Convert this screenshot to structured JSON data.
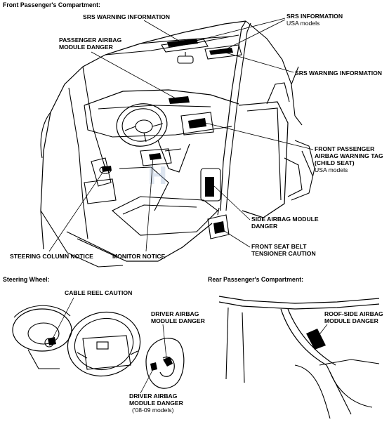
{
  "sections": {
    "front": "Front Passenger's Compartment:",
    "steering": "Steering Wheel:",
    "rear": "Rear Passenger's Compartment:"
  },
  "labels": {
    "srs_warning_top": "SRS WARNING INFORMATION",
    "srs_information": "SRS INFORMATION",
    "srs_information_sub": "USA models",
    "passenger_airbag_1": "PASSENGER AIRBAG",
    "passenger_airbag_2": "MODULE DANGER",
    "srs_warning_right": "SRS WARNING INFORMATION",
    "front_tag_1": "FRONT PASSENGER",
    "front_tag_2": "AIRBAG WARNING TAG",
    "front_tag_3": "(CHILD SEAT)",
    "front_tag_sub": "USA models",
    "side_airbag_1": "SIDE AIRBAG MODULE",
    "side_airbag_2": "DANGER",
    "steering_column": "STEERING COLUMN NOTICE",
    "monitor": "MONITOR NOTICE",
    "seat_belt_1": "FRONT SEAT BELT",
    "seat_belt_2": "TENSIONER CAUTION",
    "cable_reel": "CABLE REEL CAUTION",
    "driver_airbag_1": "DRIVER AIRBAG",
    "driver_airbag_2": "MODULE DANGER",
    "driver_airbag_b1": "DRIVER AIRBAG",
    "driver_airbag_b2": "MODULE DANGER",
    "driver_airbag_b_sub": "('08-09 models)",
    "roof_side_1": "ROOF-SIDE AIRBAG",
    "roof_side_2": "MODULE DANGER"
  }
}
